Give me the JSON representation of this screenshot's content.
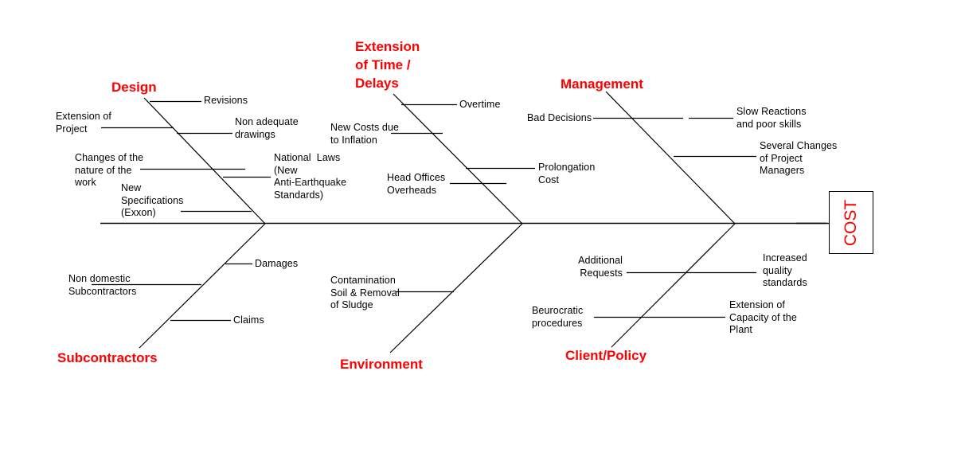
{
  "diagram": {
    "type": "fishbone-ishikawa-cause-and-effect",
    "effect": {
      "label": "COST",
      "color": "#ff0000",
      "orientation": "vertical-rotated"
    },
    "heading_color": "#ff0000",
    "line_color": "#000000",
    "background": "#ffffff",
    "categories": [
      {
        "id": "design",
        "label": "Design",
        "position": "upper-left",
        "causes": [
          "Revisions",
          "Extension of\nProject",
          "Non adequate\ndrawings",
          "Changes of the\nnature of the\nwork",
          "National  Laws\n(New\nAnti-Earthquake\nStandards)",
          "New\nSpecifications\n(Exxon)"
        ]
      },
      {
        "id": "extension-of-time",
        "label": "Extension\nof Time /\nDelays",
        "position": "upper-middle",
        "causes": [
          "Overtime",
          "New Costs due\nto Inflation",
          "Prolongation\nCost",
          "Head Offices\nOverheads"
        ]
      },
      {
        "id": "management",
        "label": "Management",
        "position": "upper-right",
        "causes": [
          "Bad Decisions",
          "Slow Reactions\nand poor skills",
          "Several Changes\nof Project\nManagers"
        ]
      },
      {
        "id": "subcontractors",
        "label": "Subcontractors",
        "position": "lower-left",
        "causes": [
          "Damages",
          "Non domestic\nSubcontractors",
          "Claims"
        ]
      },
      {
        "id": "environment",
        "label": "Environment",
        "position": "lower-middle",
        "causes": [
          "Contamination\nSoil & Removal\nof Sludge"
        ]
      },
      {
        "id": "client-policy",
        "label": "Client/Policy",
        "position": "lower-right",
        "causes": [
          "Additional\nRequests",
          "Increased\nquality\nstandards",
          "Beurocratic\nprocedures",
          "Extension of\nCapacity of the\nPlant"
        ]
      }
    ],
    "labels": {
      "design_heading": "Design",
      "revisions": "Revisions",
      "extension_of_project": "Extension of\nProject",
      "non_adequate_drawings": "Non adequate\ndrawings",
      "changes_nature_work": "Changes of the\nnature of the\nwork",
      "national_laws": "National  Laws\n(New\nAnti-Earthquake\nStandards)",
      "new_specifications": "New\nSpecifications\n(Exxon)",
      "delays_heading": "Extension\nof Time /\nDelays",
      "overtime": "Overtime",
      "new_costs_inflation": "New Costs due\nto Inflation",
      "prolongation_cost": "Prolongation\nCost",
      "head_offices_overheads": "Head Offices\nOverheads",
      "management_heading": "Management",
      "bad_decisions": "Bad Decisions",
      "slow_reactions": "Slow Reactions\nand poor skills",
      "several_changes_pm": "Several Changes\nof Project\nManagers",
      "subcontractors_heading": "Subcontractors",
      "damages": "Damages",
      "non_domestic_subs": "Non domestic\nSubcontractors",
      "claims": "Claims",
      "environment_heading": "Environment",
      "contamination": "Contamination\nSoil & Removal\nof Sludge",
      "client_policy_heading": "Client/Policy",
      "additional_requests": "Additional\nRequests",
      "increased_quality": "Increased\nquality\nstandards",
      "beurocratic_procedures": "Beurocratic\nprocedures",
      "extension_capacity": "Extension of\nCapacity of the\nPlant",
      "effect": "COST"
    }
  }
}
